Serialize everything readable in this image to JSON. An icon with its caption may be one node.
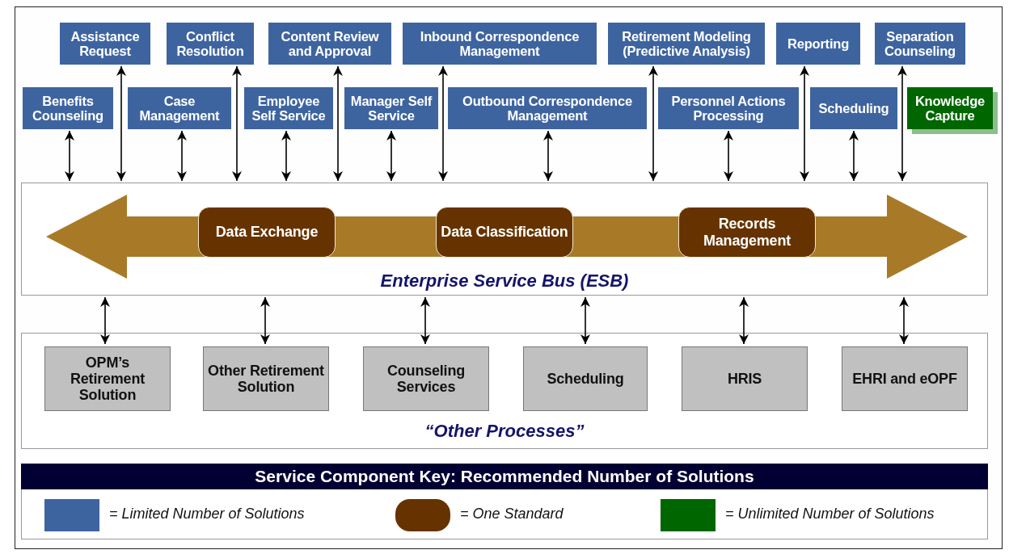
{
  "diagram": {
    "nodes": [
      {
        "text": [
          "Assistance Request"
        ]
      },
      {
        "text": [
          "Conflict Resolution"
        ]
      },
      {
        "text": [
          "Content Review and Approval"
        ]
      },
      {
        "text": [
          "Inbound Correspondence Management"
        ]
      },
      {
        "text": [
          "Retirement Modeling (Predictive Analysis)"
        ]
      },
      {
        "text": [
          "Reporting"
        ]
      },
      {
        "text": [
          "Separation Counseling"
        ]
      },
      {
        "text": [
          "Benefits Counseling"
        ]
      },
      {
        "text": [
          "Case Management"
        ]
      },
      {
        "text": [
          "Employee Self Service"
        ]
      },
      {
        "text": [
          "Manager Self Service"
        ]
      },
      {
        "text": [
          "Outbound Correspondence Management"
        ]
      },
      {
        "text": [
          "Personnel Actions Processing"
        ]
      },
      {
        "text": [
          "Scheduling"
        ]
      },
      {
        "text": [
          "Knowledge Capture"
        ]
      },
      {
        "text": [
          "Enterprise Service Bus (ESB)"
        ]
      },
      {
        "text": [
          "Data Exchange"
        ],
        "in": 15
      },
      {
        "text": [
          "Data Classification"
        ],
        "in": 15
      },
      {
        "text": [
          "Records Management"
        ],
        "in": 15
      },
      {
        "text": [
          "“Other Processes”"
        ]
      },
      {
        "text": [
          "OPM’s Retirement Solution"
        ],
        "in": 19
      },
      {
        "text": [
          "Other Retirement Solution"
        ],
        "in": 19
      },
      {
        "text": [
          "Counseling Services"
        ],
        "in": 19
      },
      {
        "text": [
          "Scheduling"
        ],
        "in": 19
      },
      {
        "text": [
          "HRIS"
        ],
        "in": 19
      },
      {
        "text": [
          "EHRI and eOPF"
        ],
        "in": 19
      }
    ],
    "edges": [
      {
        "from": 7,
        "to": 15,
        "arrow": "both"
      },
      {
        "from": 0,
        "to": 15,
        "arrow": "both"
      },
      {
        "from": 8,
        "to": 15,
        "arrow": "both"
      },
      {
        "from": 1,
        "to": 15,
        "arrow": "both"
      },
      {
        "from": 9,
        "to": 15,
        "arrow": "both"
      },
      {
        "from": 2,
        "to": 15,
        "arrow": "both"
      },
      {
        "from": 10,
        "to": 15,
        "arrow": "both"
      },
      {
        "from": 3,
        "to": 15,
        "arrow": "both"
      },
      {
        "from": 11,
        "to": 15,
        "arrow": "both"
      },
      {
        "from": 4,
        "to": 15,
        "arrow": "both"
      },
      {
        "from": 12,
        "to": 15,
        "arrow": "both"
      },
      {
        "from": 5,
        "to": 15,
        "arrow": "both"
      },
      {
        "from": 13,
        "to": 15,
        "arrow": "both"
      },
      {
        "from": 6,
        "to": 15,
        "arrow": "both"
      },
      {
        "from": 15,
        "to": 20,
        "arrow": "both"
      },
      {
        "from": 15,
        "to": 21,
        "arrow": "both"
      },
      {
        "from": 15,
        "to": 22,
        "arrow": "both"
      },
      {
        "from": 15,
        "to": 23,
        "arrow": "both"
      },
      {
        "from": 15,
        "to": 24,
        "arrow": "both"
      },
      {
        "from": 15,
        "to": 25,
        "arrow": "both"
      }
    ],
    "labels": [
      "Service Component Key: Recommended Number of Solutions"
    ],
    "legend": [
      {
        "text": "= Limited Number of Solutions",
        "color": "#3e64a0"
      },
      {
        "text": "= One Standard",
        "color": "#663300"
      },
      {
        "text": "= Unlimited Number of Solutions",
        "color": "#006600"
      }
    ]
  }
}
